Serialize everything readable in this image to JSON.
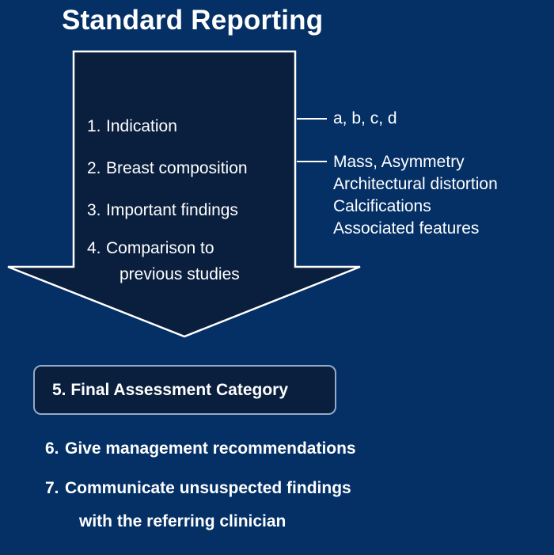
{
  "slide": {
    "title": "Standard Reporting",
    "background_color": "#043066",
    "text_color": "#ffffff",
    "box_fill_color": "#0a1f3d",
    "box_border_color": "#ffffff",
    "rounded_box_border_color": "#93aac9",
    "arrow_fill_color": "#0a1f3d",
    "arrow_outline_color": "#ffffff"
  },
  "steps_box": {
    "items": [
      {
        "number": "1.",
        "label": "Indication"
      },
      {
        "number": "2.",
        "label": "Breast composition"
      },
      {
        "number": "3.",
        "label": "Important findings"
      },
      {
        "number": "4.",
        "label": "Comparison to",
        "label_line2": "previous studies"
      }
    ]
  },
  "annotations": {
    "breast_composition": "a, b, c, d",
    "important_findings": [
      "Mass, Asymmetry",
      "Architectural distortion",
      "Calcifications",
      "Associated features"
    ]
  },
  "final_assessment": {
    "label": "5. Final Assessment Category"
  },
  "bottom_steps": [
    {
      "number": "6.",
      "label": "Give management recommendations"
    },
    {
      "number": "7.",
      "label": "Communicate unsuspected findings",
      "label_line2": "with the referring clinician"
    }
  ]
}
